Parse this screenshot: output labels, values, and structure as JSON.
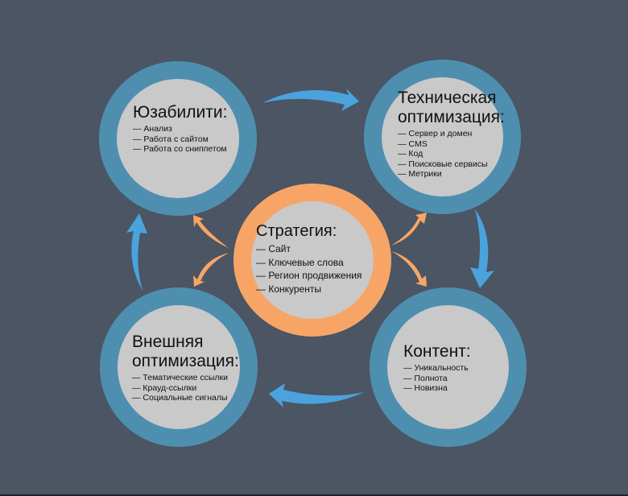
{
  "colors": {
    "background": "#4b5563",
    "ring_blue": "#4e8fb0",
    "ring_orange": "#f7a566",
    "fill": "#c9c9c9",
    "arrow_blue": "#4aa3dc",
    "arrow_orange": "#f7a566",
    "text": "#111111"
  },
  "dash": "—",
  "nodes": {
    "usability": {
      "title": "Юзабилити:",
      "items": [
        "— Анализ",
        "— Работа с сайтом",
        "— Работа со сниппетом"
      ]
    },
    "technical": {
      "title_line1": "Техническая",
      "title_line2": "оптимизация:",
      "items": [
        "— Сервер и домен",
        "— CMS",
        "— Код",
        "— Поисковые сервисы",
        "— Метрики"
      ]
    },
    "strategy": {
      "title": "Стратегия:",
      "items": [
        "— Сайт",
        "— Ключевые слова",
        "— Регион продвижения",
        "— Конкуренты"
      ]
    },
    "external": {
      "title_line1": "Внешняя",
      "title_line2": "оптимизация:",
      "items": [
        "— Тематические ссылки",
        "— Крауд-ссылки",
        "— Социальные сигналы"
      ]
    },
    "content": {
      "title": "Контент:",
      "items": [
        "— Уникальность",
        "— Полнота",
        "— Новизна"
      ]
    }
  },
  "flow": {
    "cycle": [
      "Юзабилити",
      "Техническая оптимизация",
      "Контент",
      "Внешняя оптимизация",
      "Юзабилити"
    ],
    "hub": "Стратегия",
    "hub_targets": [
      "Юзабилити",
      "Техническая оптимизация",
      "Контент",
      "Внешняя оптимизация"
    ]
  }
}
